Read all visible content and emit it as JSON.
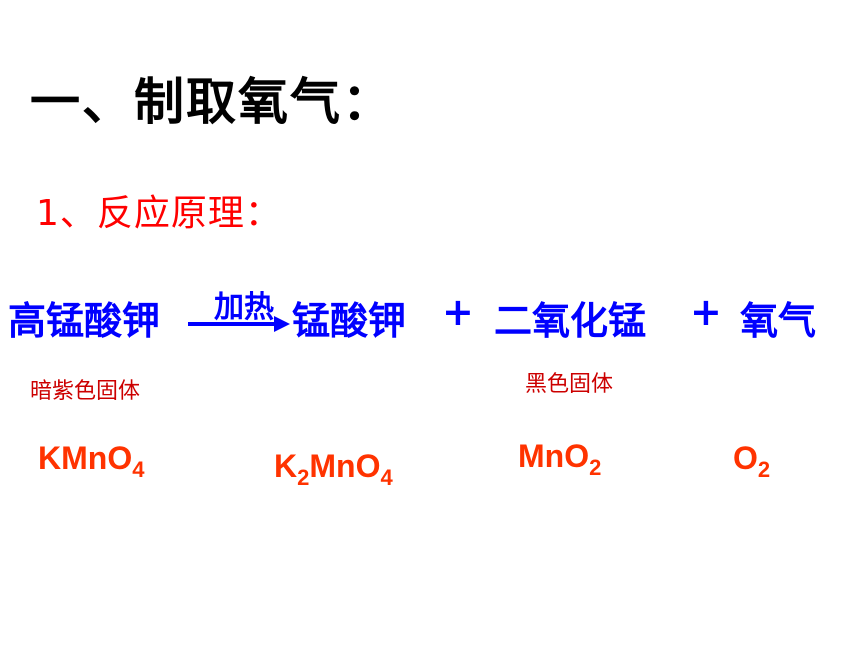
{
  "title": "一、制取氧气：",
  "subtitle": "1、反应原理：",
  "reaction": {
    "reactant": "高锰酸钾",
    "condition": "加热",
    "product1": "锰酸钾",
    "plus1": "+",
    "product2": "二氧化锰",
    "plus2": "+",
    "product3": "氧气"
  },
  "notes": {
    "reactant_appearance": "暗紫色固体",
    "mno2_appearance": "黑色固体"
  },
  "formulas": {
    "kmno4": {
      "main": "KMnO",
      "sub": "4"
    },
    "k2mno4": {
      "a": "K",
      "sub1": "2",
      "b": "MnO",
      "sub2": "4"
    },
    "mno2": {
      "main": "MnO",
      "sub": "2"
    },
    "o2": {
      "main": "O",
      "sub": "2"
    }
  },
  "colors": {
    "title": "#000000",
    "subtitle": "#ff0000",
    "equation": "#0000ff",
    "notes": "#cc0000",
    "formulas": "#ff3300"
  }
}
